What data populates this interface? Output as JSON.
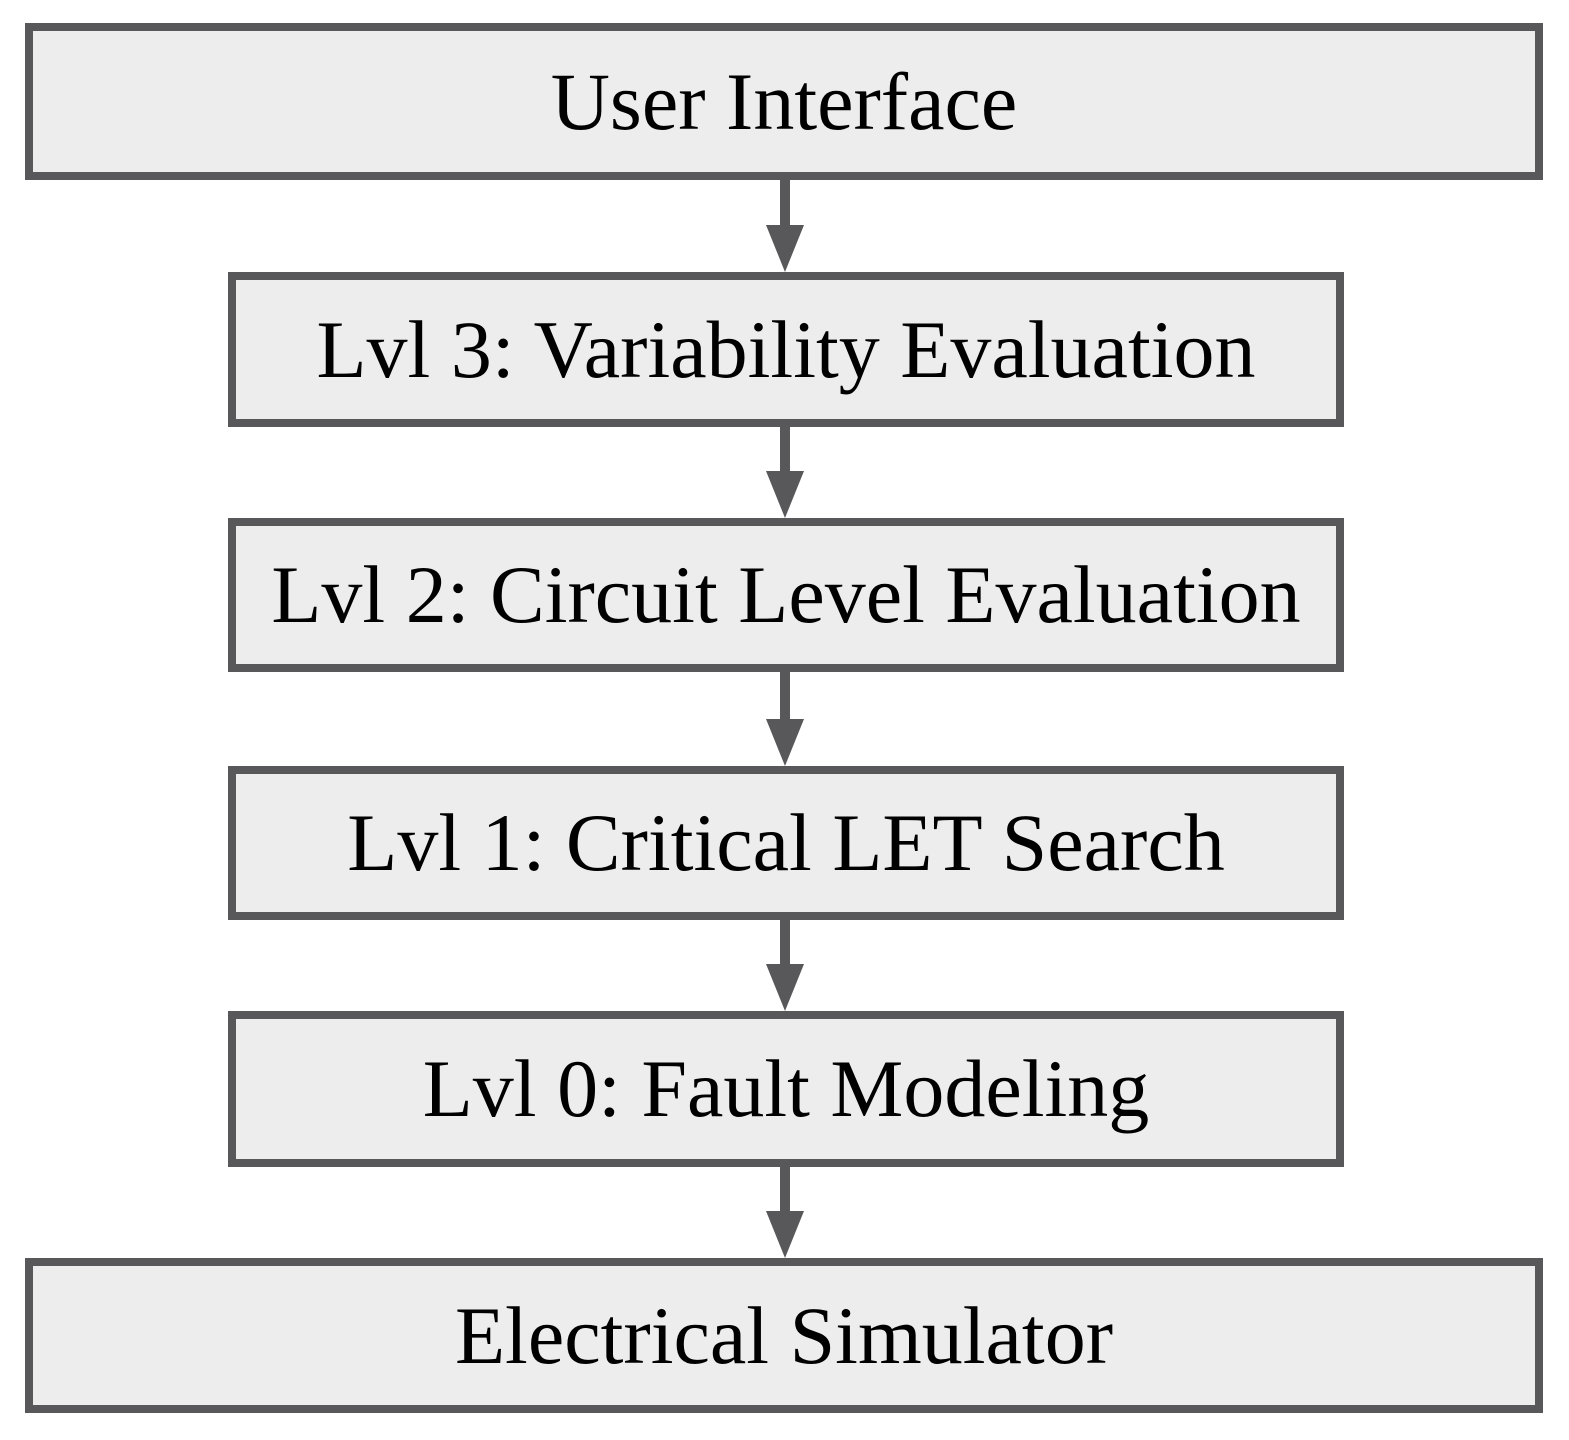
{
  "diagram": {
    "boxes": [
      {
        "id": "user-interface",
        "label": "User Interface"
      },
      {
        "id": "lvl3-variability",
        "label": "Lvl 3: Variability Evaluation"
      },
      {
        "id": "lvl2-circuit",
        "label": "Lvl 2: Circuit Level Evaluation"
      },
      {
        "id": "lvl1-critical-let",
        "label": "Lvl 1: Critical LET Search"
      },
      {
        "id": "lvl0-fault-modeling",
        "label": "Lvl 0: Fault Modeling"
      },
      {
        "id": "electrical-simulator",
        "label": "Electrical Simulator"
      }
    ],
    "connections": [
      {
        "from": "user-interface",
        "to": "lvl3-variability"
      },
      {
        "from": "lvl3-variability",
        "to": "lvl2-circuit"
      },
      {
        "from": "lvl2-circuit",
        "to": "lvl1-critical-let"
      },
      {
        "from": "lvl1-critical-let",
        "to": "lvl0-fault-modeling"
      },
      {
        "from": "lvl0-fault-modeling",
        "to": "electrical-simulator"
      }
    ],
    "colors": {
      "box_fill": "#EDEDED",
      "box_border": "#58585A",
      "arrow": "#58585A",
      "text": "#000000",
      "background": "#FFFFFF"
    }
  }
}
